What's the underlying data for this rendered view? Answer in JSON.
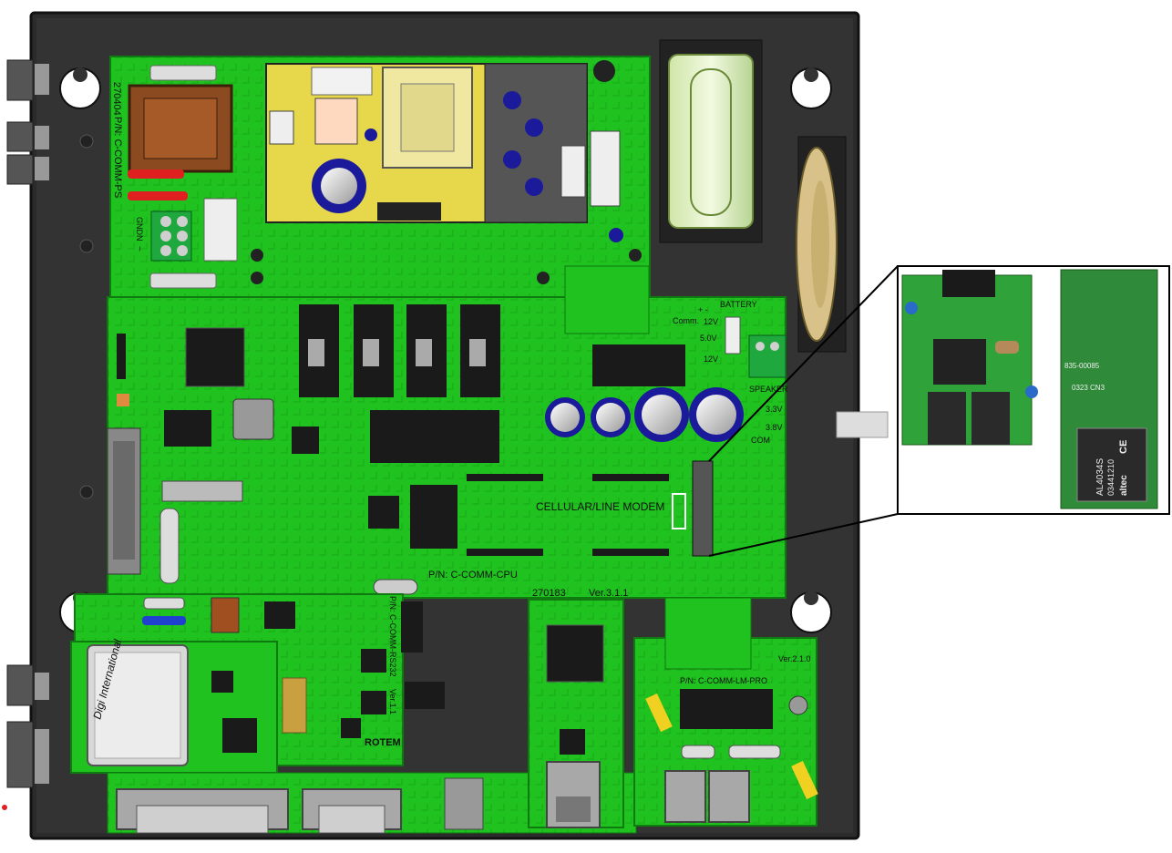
{
  "boards": {
    "power_supply": {
      "part_number": "P/N: C-COMM-PS",
      "code": "270404",
      "terminal_labels": [
        "GND",
        "N",
        "~"
      ]
    },
    "cpu": {
      "part_number": "P/N: C-COMM-CPU",
      "modem_label": "CELLULAR/LINE MODEM",
      "battery_label": "BATTERY",
      "comm_label": "Comm.",
      "battery_plus_minus": "+ -",
      "voltage_labels": [
        "12V",
        "5.0V",
        "12V"
      ],
      "speaker_label": "SPEAKER",
      "com_voltages": [
        "3.3V",
        "3.8V"
      ],
      "com_label": "COM"
    },
    "ethernet": {
      "code": "270183",
      "version": "Ver.3.1.1"
    },
    "line_modem": {
      "part_number": "P/N: C-COMM-LM-PRO",
      "version": "Ver.2.1.0"
    },
    "comm_module": {
      "part_number": "P/N: C-COMM-RS232",
      "version": "Ver.1.1",
      "brand": "ROTEM",
      "module_brand": "Digi International"
    }
  },
  "inset": {
    "module_code_1": "835-00085",
    "module_code_2": "0323 CN3",
    "chip_part": "AL4034S",
    "chip_lot": "03441210",
    "chip_brand": "altec",
    "ce_mark": "CE"
  },
  "colors": {
    "enclosure": "#2b2b2b",
    "pcb": "#1fc21f",
    "pcb_dark": "#138c13",
    "psu_board": "#e6d84a",
    "chip": "#1a1a1a"
  }
}
